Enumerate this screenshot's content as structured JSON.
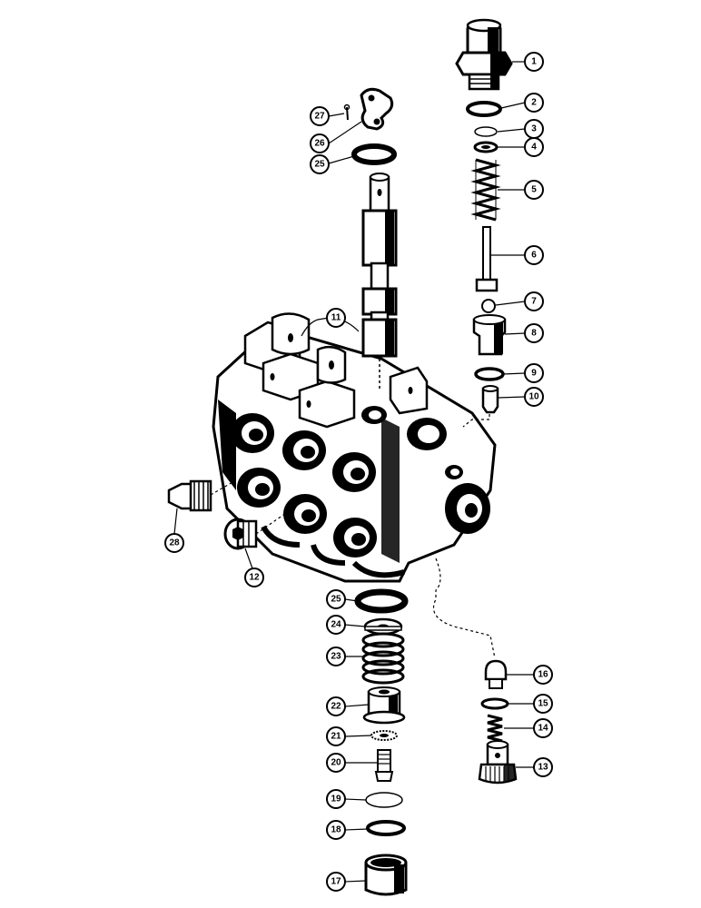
{
  "callouts": [
    {
      "number": "1",
      "part": "cap"
    },
    {
      "number": "2",
      "part": "washer"
    },
    {
      "number": "3",
      "part": "shim"
    },
    {
      "number": "4",
      "part": "washer"
    },
    {
      "number": "5",
      "part": "spring"
    },
    {
      "number": "6",
      "part": "pin"
    },
    {
      "number": "7",
      "part": "ball"
    },
    {
      "number": "8",
      "part": "seat"
    },
    {
      "number": "9",
      "part": "o-ring"
    },
    {
      "number": "10",
      "part": "poppet"
    },
    {
      "number": "11",
      "part": "spool"
    },
    {
      "number": "12",
      "part": "plug"
    },
    {
      "number": "13",
      "part": "plug"
    },
    {
      "number": "14",
      "part": "spring"
    },
    {
      "number": "15",
      "part": "o-ring"
    },
    {
      "number": "16",
      "part": "poppet"
    },
    {
      "number": "17",
      "part": "cap"
    },
    {
      "number": "18",
      "part": "retainer"
    },
    {
      "number": "19",
      "part": "washer"
    },
    {
      "number": "20",
      "part": "screw"
    },
    {
      "number": "21",
      "part": "washer"
    },
    {
      "number": "22",
      "part": "retainer"
    },
    {
      "number": "23",
      "part": "spring"
    },
    {
      "number": "24",
      "part": "washer"
    },
    {
      "number": "25",
      "part": "o-ring"
    },
    {
      "number": "25",
      "part": "o-ring"
    },
    {
      "number": "26",
      "part": "link"
    },
    {
      "number": "27",
      "part": "pin"
    },
    {
      "number": "28",
      "part": "plug"
    }
  ]
}
